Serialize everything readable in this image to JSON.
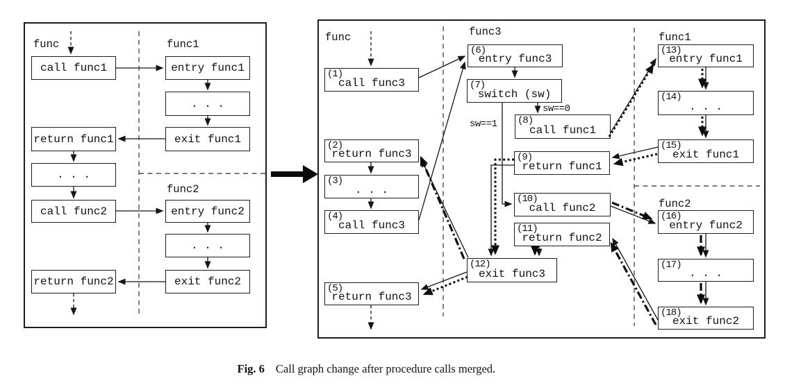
{
  "caption": {
    "tag": "Fig. 6",
    "text": "Call graph change after procedure calls merged."
  },
  "left": {
    "labels": {
      "func": "func",
      "func1": "func1",
      "func2": "func2"
    },
    "nodes": {
      "call_func1": "call func1",
      "return_func1": "return func1",
      "dots_main": ". . .",
      "call_func2": "call func2",
      "return_func2": "return func2",
      "entry_func1": "entry func1",
      "dots_f1": ". . .",
      "exit_func1": "exit func1",
      "entry_func2": "entry func2",
      "dots_f2": ". . .",
      "exit_func2": "exit func2"
    }
  },
  "right": {
    "labels": {
      "func": "func",
      "func3": "func3",
      "func1": "func1",
      "func2": "func2",
      "sw0": "sw==0",
      "sw1": "sw==1"
    },
    "nodes": [
      {
        "num": "(1)",
        "text": "call func3"
      },
      {
        "num": "(2)",
        "text": "return func3"
      },
      {
        "num": "(3)",
        "text": ". . ."
      },
      {
        "num": "(4)",
        "text": "call func3"
      },
      {
        "num": "(5)",
        "text": "return func3"
      },
      {
        "num": "(6)",
        "text": "entry func3"
      },
      {
        "num": "(7)",
        "text": "switch (sw)"
      },
      {
        "num": "(8)",
        "text": "call func1"
      },
      {
        "num": "(9)",
        "text": "return func1"
      },
      {
        "num": "(10)",
        "text": "call func2"
      },
      {
        "num": "(11)",
        "text": "return func2"
      },
      {
        "num": "(12)",
        "text": "exit func3"
      },
      {
        "num": "(13)",
        "text": "entry func1"
      },
      {
        "num": "(14)",
        "text": ". . ."
      },
      {
        "num": "(15)",
        "text": "exit func1"
      },
      {
        "num": "(16)",
        "text": "entry func2"
      },
      {
        "num": "(17)",
        "text": ". . ."
      },
      {
        "num": "(18)",
        "text": "exit func2"
      }
    ]
  }
}
